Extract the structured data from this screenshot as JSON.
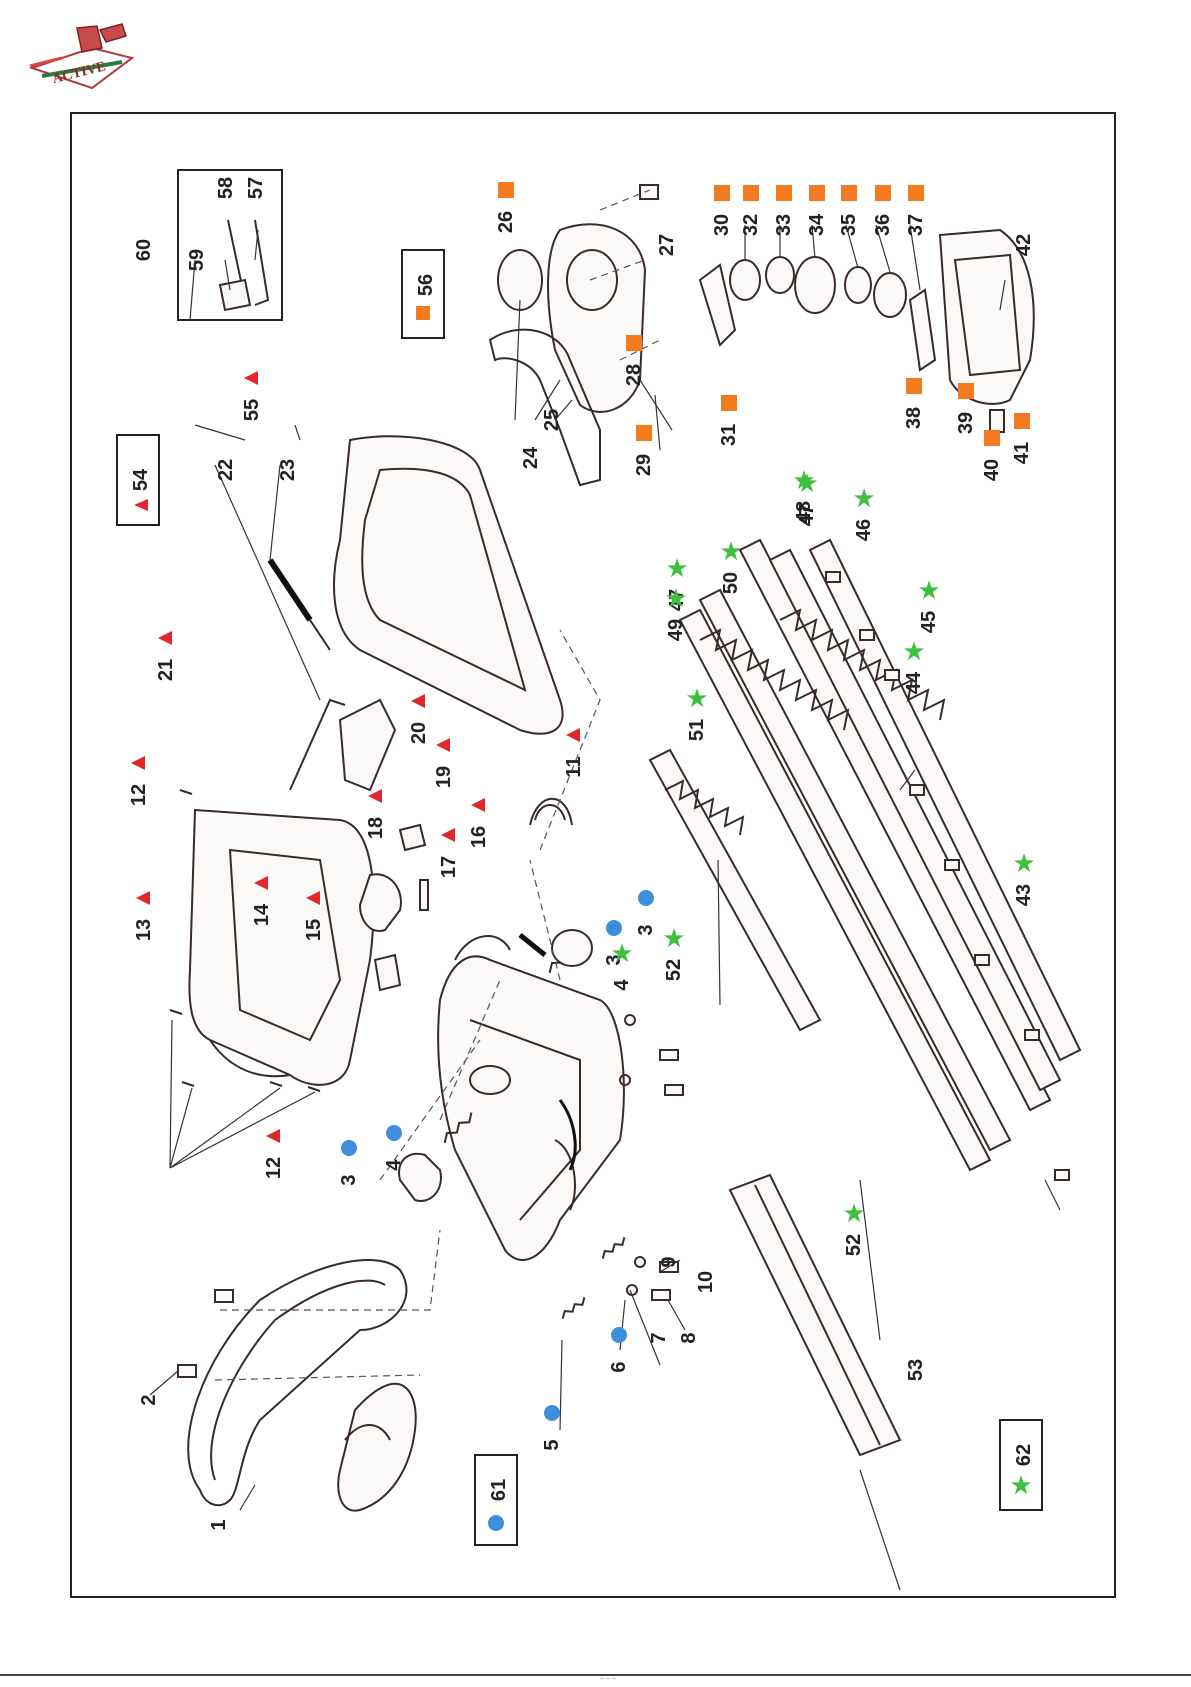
{
  "logo": {
    "text": "ACTIVE",
    "mark": "hand-saw-logo"
  },
  "colors": {
    "triangle_marker": "#e0282b",
    "square_marker": "#f47a20",
    "circle_marker": "#3e8edc",
    "star_marker": "#3fbf3f",
    "frame": "#222222"
  },
  "legend_boxes": [
    {
      "code": "54",
      "marker": "triangle"
    },
    {
      "code": "56",
      "marker": "square"
    },
    {
      "code": "61",
      "marker": "circle"
    },
    {
      "code": "62",
      "marker": "star"
    }
  ],
  "callouts": [
    {
      "n": "1",
      "marker": ""
    },
    {
      "n": "2",
      "marker": ""
    },
    {
      "n": "3",
      "marker": "circle"
    },
    {
      "n": "3",
      "marker": "circle"
    },
    {
      "n": "3",
      "marker": "circle"
    },
    {
      "n": "4",
      "marker": "circle"
    },
    {
      "n": "4",
      "marker": "star"
    },
    {
      "n": "5",
      "marker": "circle"
    },
    {
      "n": "6",
      "marker": "circle"
    },
    {
      "n": "7",
      "marker": ""
    },
    {
      "n": "8",
      "marker": ""
    },
    {
      "n": "9",
      "marker": ""
    },
    {
      "n": "10",
      "marker": ""
    },
    {
      "n": "11",
      "marker": "triangle"
    },
    {
      "n": "12",
      "marker": "triangle"
    },
    {
      "n": "12",
      "marker": "triangle"
    },
    {
      "n": "13",
      "marker": "triangle"
    },
    {
      "n": "14",
      "marker": "triangle"
    },
    {
      "n": "15",
      "marker": "triangle"
    },
    {
      "n": "16",
      "marker": "triangle"
    },
    {
      "n": "17",
      "marker": "triangle"
    },
    {
      "n": "18",
      "marker": "triangle"
    },
    {
      "n": "19",
      "marker": "triangle"
    },
    {
      "n": "20",
      "marker": "triangle"
    },
    {
      "n": "21",
      "marker": "triangle"
    },
    {
      "n": "22",
      "marker": ""
    },
    {
      "n": "23",
      "marker": ""
    },
    {
      "n": "24",
      "marker": ""
    },
    {
      "n": "25",
      "marker": ""
    },
    {
      "n": "26",
      "marker": "square"
    },
    {
      "n": "27",
      "marker": ""
    },
    {
      "n": "28",
      "marker": "square"
    },
    {
      "n": "29",
      "marker": "square"
    },
    {
      "n": "30",
      "marker": "square"
    },
    {
      "n": "31",
      "marker": "square"
    },
    {
      "n": "32",
      "marker": "square"
    },
    {
      "n": "33",
      "marker": "square"
    },
    {
      "n": "34",
      "marker": "square"
    },
    {
      "n": "35",
      "marker": "square"
    },
    {
      "n": "36",
      "marker": "square"
    },
    {
      "n": "37",
      "marker": "square"
    },
    {
      "n": "38",
      "marker": "square"
    },
    {
      "n": "39",
      "marker": "square"
    },
    {
      "n": "40",
      "marker": "square"
    },
    {
      "n": "41",
      "marker": "square"
    },
    {
      "n": "42",
      "marker": ""
    },
    {
      "n": "43",
      "marker": "star"
    },
    {
      "n": "44",
      "marker": "star"
    },
    {
      "n": "45",
      "marker": "star"
    },
    {
      "n": "46",
      "marker": "star"
    },
    {
      "n": "47",
      "marker": "star"
    },
    {
      "n": "47",
      "marker": "star"
    },
    {
      "n": "48",
      "marker": "star"
    },
    {
      "n": "49",
      "marker": "star"
    },
    {
      "n": "50",
      "marker": "star"
    },
    {
      "n": "51",
      "marker": "star"
    },
    {
      "n": "52",
      "marker": "star"
    },
    {
      "n": "52",
      "marker": "star"
    },
    {
      "n": "53",
      "marker": ""
    },
    {
      "n": "55",
      "marker": "triangle"
    },
    {
      "n": "57",
      "marker": ""
    },
    {
      "n": "58",
      "marker": ""
    },
    {
      "n": "59",
      "marker": ""
    },
    {
      "n": "60",
      "marker": ""
    }
  ],
  "footer": {
    "note": "~ ~ ~"
  }
}
